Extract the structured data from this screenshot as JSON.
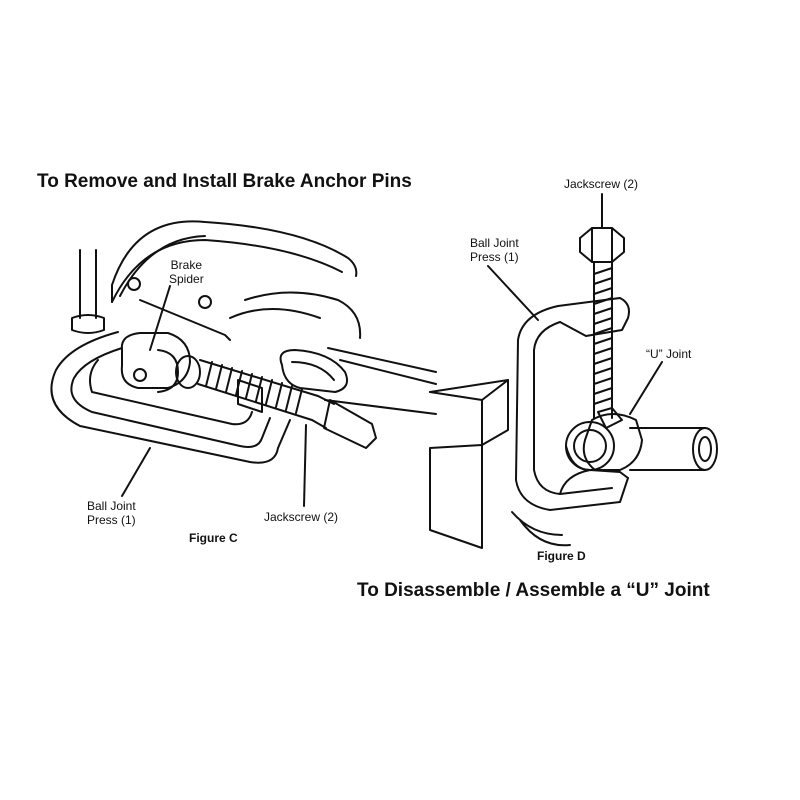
{
  "figure_c": {
    "title": "To Remove and Install Brake Anchor Pins",
    "label_brake_spider_1": "Brake",
    "label_brake_spider_2": "Spider",
    "label_press_1": "Ball Joint",
    "label_press_2": "Press (1)",
    "label_jackscrew": "Jackscrew (2)",
    "caption": "Figure C"
  },
  "figure_d": {
    "title": "To Disassemble / Assemble a “U” Joint",
    "label_jackscrew": "Jackscrew (2)",
    "label_press_1": "Ball Joint",
    "label_press_2": "Press (1)",
    "label_ujoint": "“U” Joint",
    "caption": "Figure D"
  }
}
